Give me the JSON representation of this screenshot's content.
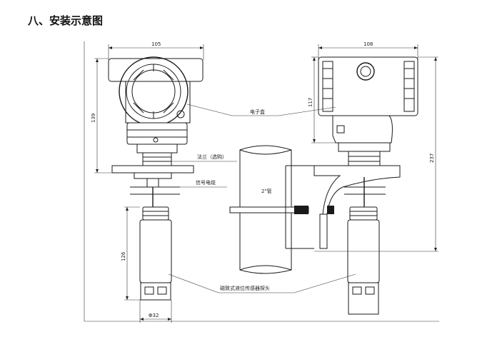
{
  "heading": "八、安装示意图",
  "labels": {
    "electronic_box": "电子盒",
    "flange": "法兰（选购）",
    "signal_cable": "信号电缆",
    "pipe": "2\"管",
    "probe": "磁致式液位传感器探头"
  },
  "dimensions": {
    "left_width": "105",
    "right_width": "108",
    "left_height": "139",
    "right_small_height": "117",
    "right_height": "237",
    "probe_length": "126",
    "probe_diameter": "Φ32"
  }
}
